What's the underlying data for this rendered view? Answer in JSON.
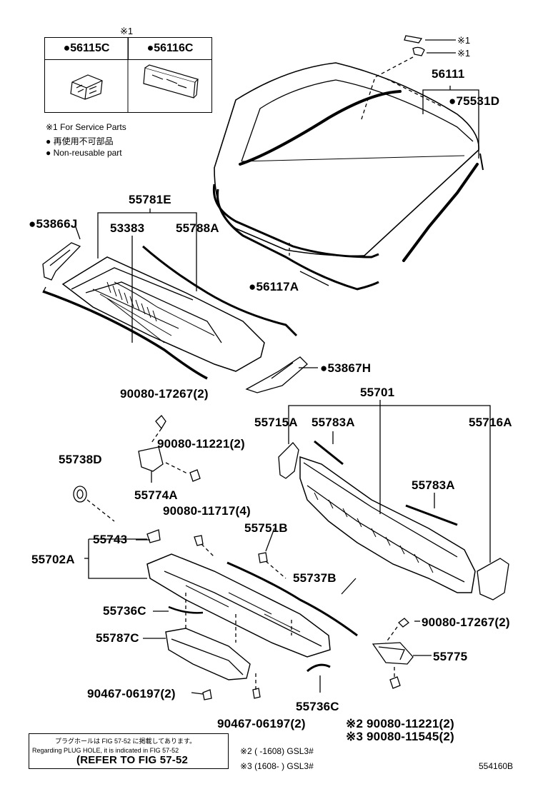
{
  "service_kit": {
    "header_mark": "※1",
    "parts": [
      "●56115C",
      "●56116C"
    ]
  },
  "legend": {
    "service_parts": "※1 For Service Parts",
    "non_reusable_jp": "● 再使用不可部品",
    "non_reusable_en": "● Non-reusable part"
  },
  "top_marks": [
    "※1",
    "※1"
  ],
  "labels": {
    "p56111": "56111",
    "p75531D": "●75531D",
    "p55781E": "55781E",
    "p53866J": "●53866J",
    "p53383": "53383",
    "p55788A": "55788A",
    "p56117A": "●56117A",
    "p53867H": "●53867H",
    "p90080_17267_a": "90080-17267(2)",
    "p55701": "55701",
    "p55715A": "55715A",
    "p55783A_a": "55783A",
    "p55716A": "55716A",
    "p90080_11221": "90080-11221(2)",
    "p55738D": "55738D",
    "p55774A": "55774A",
    "p55783A_b": "55783A",
    "p90080_11717": "90080-11717(4)",
    "p55751B": "55751B",
    "p55743": "55743",
    "p55702A": "55702A",
    "p55737B": "55737B",
    "p55736C_a": "55736C",
    "p90080_17267_b": "90080-17267(2)",
    "p55787C": "55787C",
    "p55775": "55775",
    "p90467_06197_a": "90467-06197(2)",
    "p55736C_b": "55736C",
    "p90080_11221_b": "※2 90080-11221(2)",
    "p90080_11545": "※3 90080-11545(2)",
    "p90467_06197_b": "90467-06197(2)"
  },
  "reference_box": {
    "line1": "プラグホールは FIG 57-52 に掲載してあります。",
    "line2": "Regarding  PLUG  HOLE,  it is indicated in  FIG  57-52",
    "line3": "(REFER  TO  FIG  57-52"
  },
  "footnotes": {
    "n2": "※2 (        -1608) GSL3#",
    "n3": "※3 (1608-        ) GSL3#"
  },
  "figure_id": "554160B"
}
